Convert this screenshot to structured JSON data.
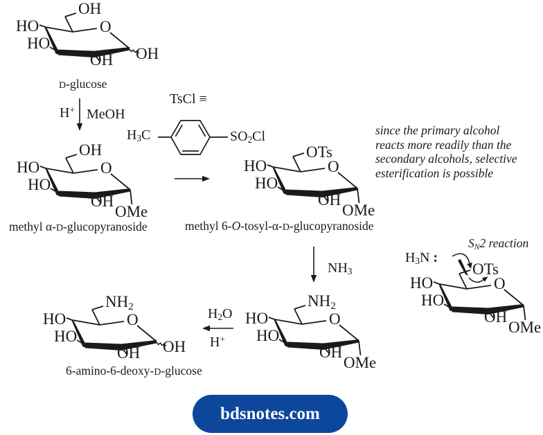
{
  "colors": {
    "ink": "#1a1a1a",
    "background": "#ffffff",
    "brand_blue": "#0c479c",
    "brand_text": "#ffffff"
  },
  "note": {
    "lines": [
      "since the primary alcohol",
      "reacts more readily than the",
      "secondary alcohols, selective",
      "esterification is possible"
    ]
  },
  "footer": {
    "site_label": "bdsnotes.com"
  },
  "labels": {
    "step1_acid": [
      {
        "t": "H"
      },
      {
        "t": "+",
        "s": "sup"
      }
    ],
    "step1_solvent": [
      {
        "t": "MeOH"
      }
    ],
    "tscl_definition": [
      {
        "t": "TsCl ≡"
      }
    ],
    "tolyl_methyl": [
      {
        "t": "H"
      },
      {
        "t": "3",
        "s": "sub"
      },
      {
        "t": "C"
      }
    ],
    "sulfonyl_chloride": [
      {
        "t": "SO"
      },
      {
        "t": "2",
        "s": "sub"
      },
      {
        "t": "Cl"
      }
    ],
    "step2_reagent": [
      {
        "t": "NH"
      },
      {
        "t": "3",
        "s": "sub"
      }
    ],
    "step3_water": [
      {
        "t": "H"
      },
      {
        "t": "2",
        "s": "sub"
      },
      {
        "t": "O"
      }
    ],
    "step3_acid": [
      {
        "t": "H"
      },
      {
        "t": "+",
        "s": "sup"
      }
    ],
    "sn2_title": [
      {
        "t": "S",
        "s": "i"
      },
      {
        "t": "N",
        "s": "isub"
      },
      {
        "t": "2 reaction",
        "s": "i"
      }
    ],
    "ammonia_nucleophile": [
      {
        "t": "H"
      },
      {
        "t": "3",
        "s": "sub"
      },
      {
        "t": "N"
      },
      {
        "t": " :",
        "s": "b"
      }
    ]
  },
  "structures": {
    "glucose": {
      "name": [
        {
          "t": "D",
          "s": "sc"
        },
        {
          "t": "-glucose"
        }
      ],
      "c6": [
        {
          "t": "OH"
        }
      ],
      "ho4": [
        {
          "t": "HO"
        }
      ],
      "ho3": [
        {
          "t": "HO"
        }
      ],
      "ring_o": [
        {
          "t": "O"
        }
      ],
      "oh2": [
        {
          "t": "OH"
        }
      ],
      "anomeric": [
        {
          "t": "OH"
        }
      ]
    },
    "methyl_glucoside": {
      "name": [
        {
          "t": "methyl α-"
        },
        {
          "t": "D",
          "s": "sc"
        },
        {
          "t": "-glucopyranoside"
        }
      ],
      "c6": [
        {
          "t": "OH"
        }
      ],
      "ho4": [
        {
          "t": "HO"
        }
      ],
      "ho3": [
        {
          "t": "HO"
        }
      ],
      "ring_o": [
        {
          "t": "O"
        }
      ],
      "oh2": [
        {
          "t": "OH"
        }
      ],
      "anomeric": [
        {
          "t": "OMe"
        }
      ]
    },
    "tosyl_glucoside": {
      "name": [
        {
          "t": "methyl 6-"
        },
        {
          "t": "O",
          "s": "i"
        },
        {
          "t": "-tosyl-α-"
        },
        {
          "t": "D",
          "s": "sc"
        },
        {
          "t": "-glucopyranoside"
        }
      ],
      "c6": [
        {
          "t": "OTs"
        }
      ],
      "ho4": [
        {
          "t": "HO"
        }
      ],
      "ho3": [
        {
          "t": "HO"
        }
      ],
      "ring_o": [
        {
          "t": "O"
        }
      ],
      "oh2": [
        {
          "t": "OH"
        }
      ],
      "anomeric": [
        {
          "t": "OMe"
        }
      ]
    },
    "amino_glucoside": {
      "c6": [
        {
          "t": "NH"
        },
        {
          "t": "2",
          "s": "sub"
        }
      ],
      "ho4": [
        {
          "t": "HO"
        }
      ],
      "ho3": [
        {
          "t": "HO"
        }
      ],
      "ring_o": [
        {
          "t": "O"
        }
      ],
      "oh2": [
        {
          "t": "OH"
        }
      ],
      "anomeric": [
        {
          "t": "OMe"
        }
      ]
    },
    "amino_glucose": {
      "name": [
        {
          "t": "6-amino-6-deoxy-"
        },
        {
          "t": "D",
          "s": "sc"
        },
        {
          "t": "-glucose"
        }
      ],
      "c6": [
        {
          "t": "NH"
        },
        {
          "t": "2",
          "s": "sub"
        }
      ],
      "ho4": [
        {
          "t": "HO"
        }
      ],
      "ho3": [
        {
          "t": "HO"
        }
      ],
      "ring_o": [
        {
          "t": "O"
        }
      ],
      "oh2": [
        {
          "t": "OH"
        }
      ],
      "anomeric": [
        {
          "t": "OH"
        }
      ]
    },
    "sn2_intermediate": {
      "c6": [
        {
          "t": "OTs"
        }
      ],
      "ho4": [
        {
          "t": "HO"
        }
      ],
      "ho3": [
        {
          "t": "HO"
        }
      ],
      "ring_o": [
        {
          "t": "O"
        }
      ],
      "oh2": [
        {
          "t": "OH"
        }
      ],
      "anomeric": [
        {
          "t": "OMe"
        }
      ]
    }
  }
}
